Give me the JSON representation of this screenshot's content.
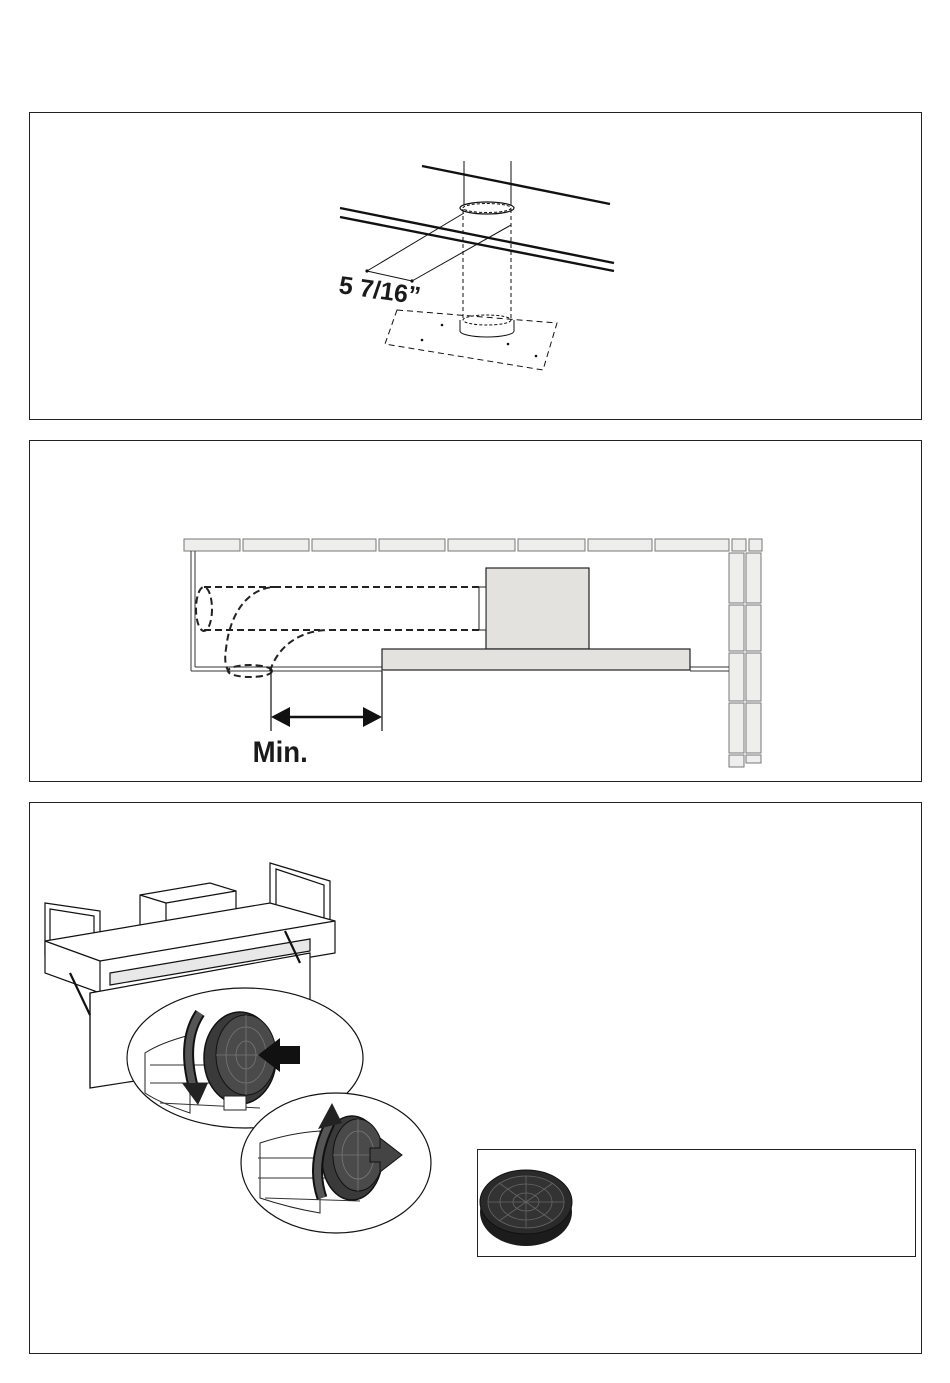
{
  "figure1": {
    "dimension_label": "5 7/16”"
  },
  "figure2": {
    "min_label": "Min."
  },
  "figure3": {
    "filter_image": "charcoal-filter"
  }
}
